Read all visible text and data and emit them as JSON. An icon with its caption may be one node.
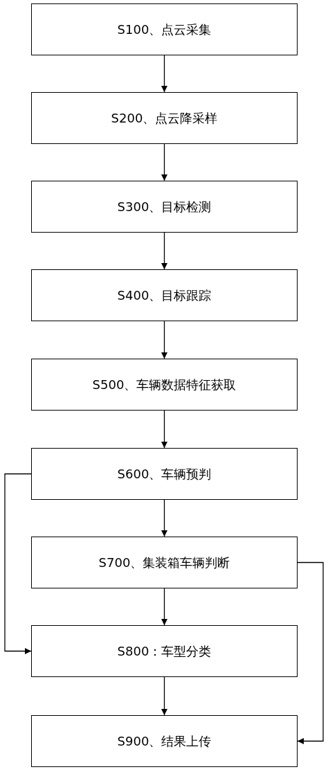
{
  "diagram": {
    "nodes": [
      {
        "text": [
          "S100、点云采集"
        ]
      },
      {
        "text": [
          "S200、点云降采样"
        ]
      },
      {
        "text": [
          "S300、目标检测"
        ]
      },
      {
        "text": [
          "S400、目标跟踪"
        ]
      },
      {
        "text": [
          "S500、车辆数据特征获取"
        ]
      },
      {
        "text": [
          "S600、车辆预判"
        ]
      },
      {
        "text": [
          "S700、集装箱车辆判断"
        ]
      },
      {
        "text": [
          "S800：车型分类"
        ]
      },
      {
        "text": [
          "S900、结果上传"
        ]
      }
    ],
    "edges": [
      {
        "from": 0,
        "to": 1,
        "arrow": "to"
      },
      {
        "from": 1,
        "to": 2,
        "arrow": "to"
      },
      {
        "from": 2,
        "to": 3,
        "arrow": "to"
      },
      {
        "from": 3,
        "to": 4,
        "arrow": "to"
      },
      {
        "from": 4,
        "to": 5,
        "arrow": "to"
      },
      {
        "from": 5,
        "to": 6,
        "arrow": "to"
      },
      {
        "from": 6,
        "to": 7,
        "arrow": "to"
      },
      {
        "from": 7,
        "to": 8,
        "arrow": "to"
      },
      {
        "from": 5,
        "to": 7,
        "arrow": "to"
      },
      {
        "from": 6,
        "to": 8,
        "arrow": "to"
      }
    ]
  }
}
